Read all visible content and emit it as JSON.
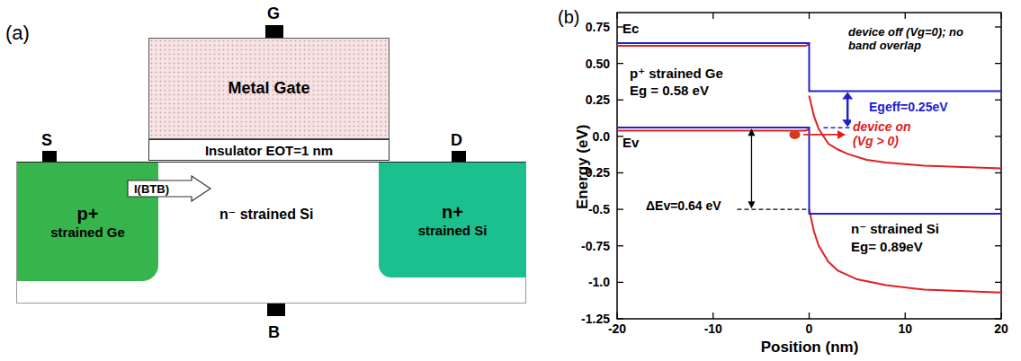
{
  "diagram": {
    "nodes": [
      {
        "text": [
          "Metal Gate"
        ]
      },
      {
        "text": [
          "Insulator  EOT=1 nm"
        ]
      },
      {
        "text": [
          "n⁻ strained Si"
        ]
      },
      {
        "text": [
          "p+",
          "strained Ge"
        ],
        "in": 2
      },
      {
        "text": [
          "I(BTB)"
        ],
        "in": 2
      },
      {
        "text": [
          "n+",
          "strained Si"
        ],
        "in": 2
      }
    ],
    "labels": [
      "(a)",
      "S",
      "G",
      "D",
      "B",
      "(b)",
      "0.75",
      "0.50",
      "0.25",
      "0.0",
      "-0.25",
      "-0.5",
      "-0.75",
      "-1.0",
      "-1.25",
      "-20",
      "-10",
      "0",
      "10",
      "20",
      "Energy (eV)",
      "Position (nm)",
      "Ec",
      "Ev",
      "p⁺ strained Ge",
      "Eg = 0.58 eV",
      "device off (Vg=0); no band overlap",
      "Egeff=0.25eV",
      "device on (Vg > 0)",
      "ΔEv=0.64 eV",
      "n⁻ strained Si",
      "Eg= 0.89eV"
    ]
  }
}
